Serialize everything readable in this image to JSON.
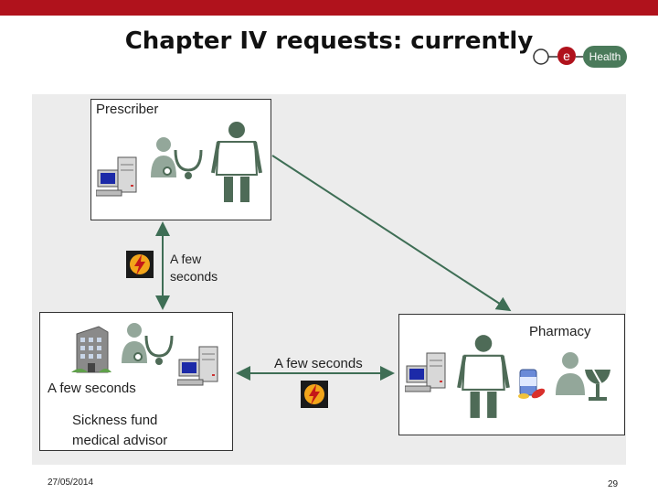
{
  "header": {
    "title": "Chapter IV requests: currently"
  },
  "logo": {
    "e": "e",
    "word": "Health"
  },
  "nodes": {
    "prescriber": {
      "label": "Prescriber"
    },
    "pharmacy": {
      "label": "Pharmacy"
    },
    "sickness_fund": {
      "label_line1": "Sickness fund",
      "label_line2": "medical advisor"
    }
  },
  "timing": {
    "vertical_line1": "A few",
    "vertical_line2": "seconds",
    "horizontal": "A few seconds",
    "left": "A few seconds"
  },
  "icons": {
    "computer": "computer-icon",
    "doctor": "doctor-icon",
    "physician": "physician-icon",
    "building": "building-icon",
    "pharmacist": "pharmacist-icon",
    "medicine": "medicine-icon",
    "lightning": "lightning-icon"
  },
  "colors": {
    "brand_red": "#b0121c",
    "arrow_green": "#3e6e55",
    "logo_green": "#4a7a5a"
  },
  "footer": {
    "date": "27/05/2014",
    "page": "29"
  }
}
